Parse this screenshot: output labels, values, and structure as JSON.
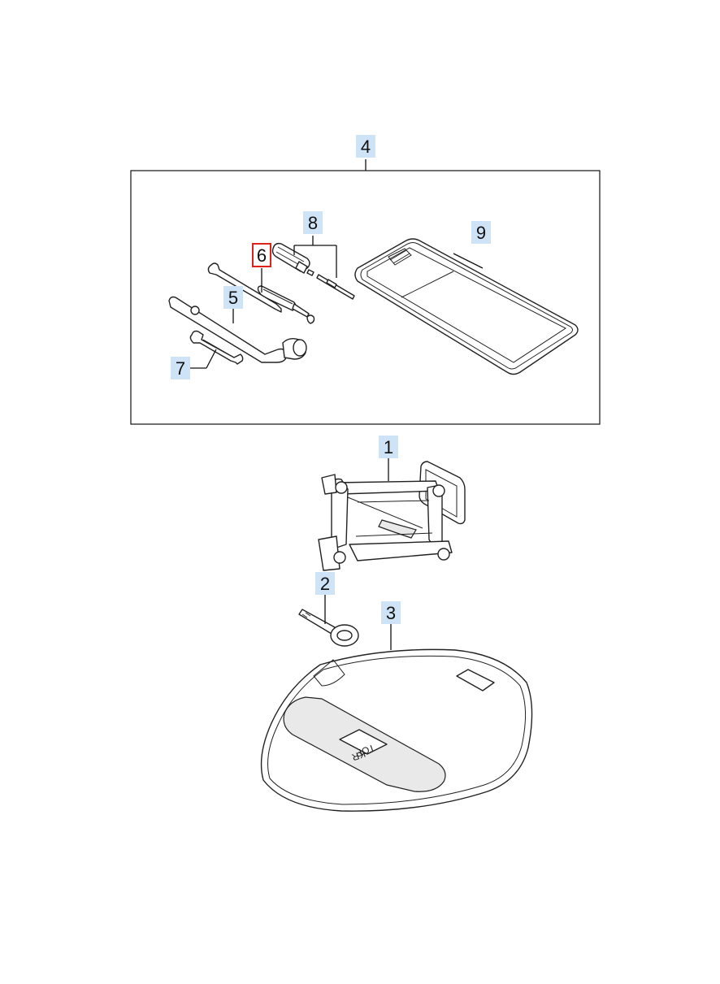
{
  "callouts": [
    {
      "id": "1",
      "label": "1",
      "selected": false
    },
    {
      "id": "2",
      "label": "2",
      "selected": false
    },
    {
      "id": "3",
      "label": "3",
      "selected": false
    },
    {
      "id": "4",
      "label": "4",
      "selected": false
    },
    {
      "id": "5",
      "label": "5",
      "selected": false
    },
    {
      "id": "6",
      "label": "6",
      "selected": true
    },
    {
      "id": "7",
      "label": "7",
      "selected": false
    },
    {
      "id": "8",
      "label": "8",
      "selected": false
    },
    {
      "id": "9",
      "label": "9",
      "selected": false
    }
  ],
  "mat_stamp": {
    "line1": "TOP",
    "line2": "KR"
  },
  "colors": {
    "callout_fill": "#cfe3f7",
    "selected_outline": "#e0221b",
    "line": "#111111"
  },
  "parts": [
    {
      "callout": "1",
      "icon": "scissor-jack-icon"
    },
    {
      "callout": "2",
      "icon": "tow-hook-icon"
    },
    {
      "callout": "3",
      "icon": "tray-mat-icon"
    },
    {
      "callout": "4",
      "icon": "tool-kit-box-icon"
    },
    {
      "callout": "5",
      "icon": "wheel-lug-wrench-icon"
    },
    {
      "callout": "6",
      "icon": "screwdriver-icon"
    },
    {
      "callout": "7",
      "icon": "spanner-icon"
    },
    {
      "callout": "8",
      "icon": "handle-extension-icon"
    },
    {
      "callout": "9",
      "icon": "tool-pouch-icon"
    }
  ]
}
